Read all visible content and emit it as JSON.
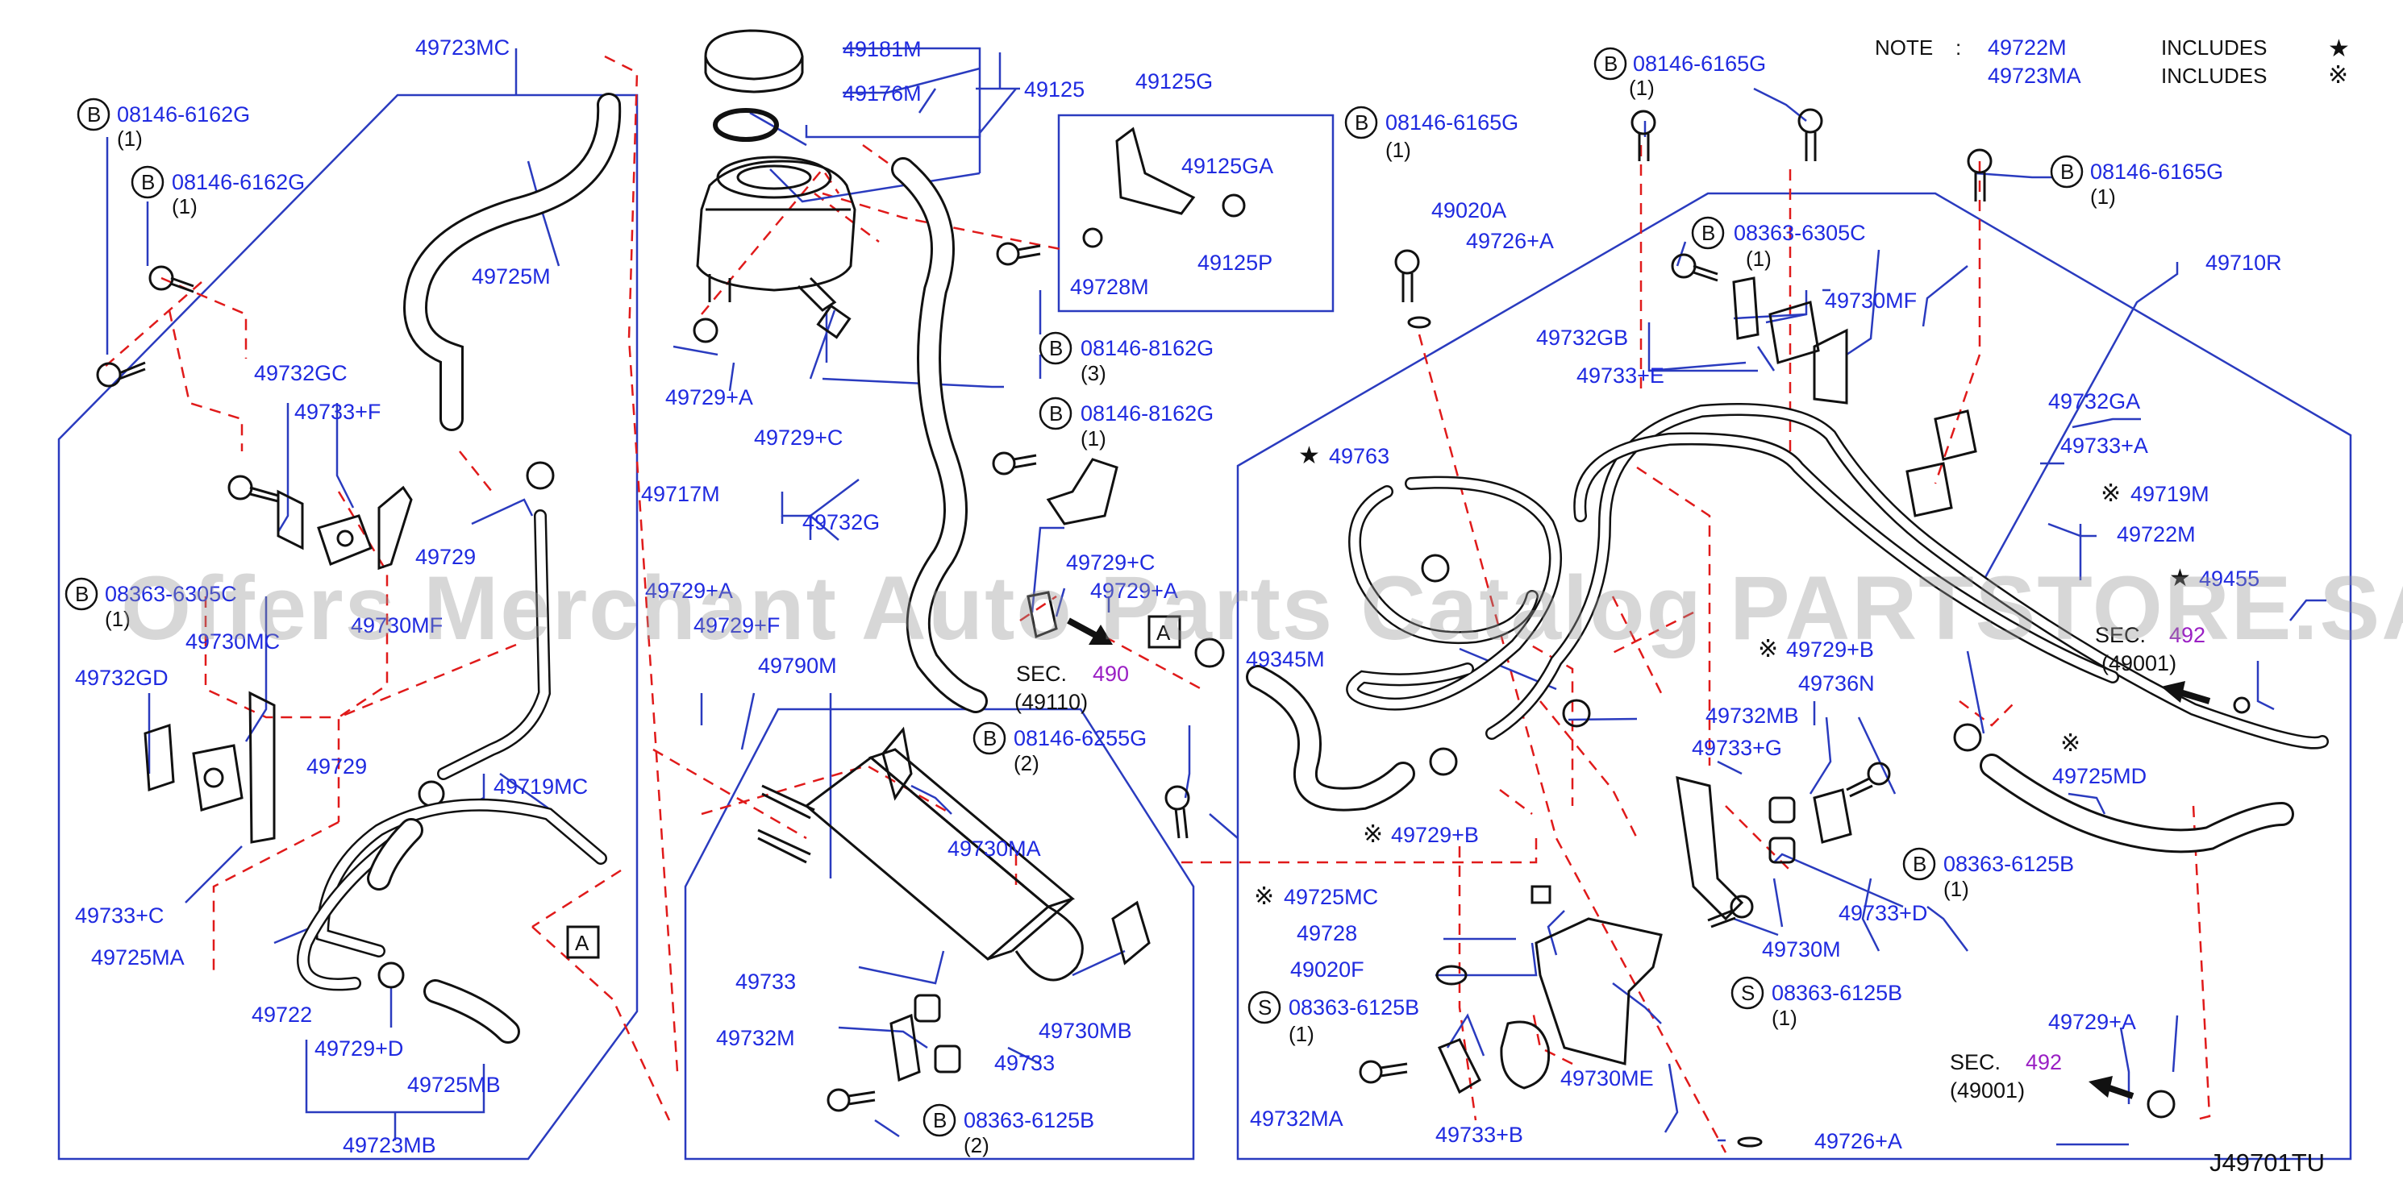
{
  "diagram_code": "J49701TU",
  "watermark": "Offers Merchant Auto Parts Catalog PARTSTORE.SA",
  "colors": {
    "label": "#1f2ae0",
    "dashed": "#e01a1a",
    "leader": "#2a3bbf",
    "section_no": "#9a1fc4"
  },
  "note": {
    "word": "NOTE",
    "colon": ":",
    "line1_part": "49722M",
    "line1_text": "INCLUDES",
    "line1_mark": "★",
    "line2_part": "49723MA",
    "line2_text": "INCLUDES",
    "line2_mark": "※"
  },
  "callout_letter": "A",
  "bolt_prefix_B": "B",
  "bolt_prefix_S": "S",
  "sections": [
    {
      "word": "SEC.",
      "number": "490",
      "ref": "(49110)"
    },
    {
      "word": "SEC.",
      "number": "492",
      "ref": "(49001)"
    },
    {
      "word": "SEC.",
      "number": "492",
      "ref": "(49001)"
    }
  ],
  "labels": {
    "l49723MC": "49723MC",
    "l08146_6162G_1": "08146-6162G",
    "l08146_6162G_1q": "(1)",
    "l08146_6162G_2": "08146-6162G",
    "l08146_6162G_2q": "(1)",
    "l49725M": "49725M",
    "l49732GC": "49732GC",
    "l49733F": "49733+F",
    "l49729a": "49729",
    "l08363_6305C_a": "08363-6305C",
    "l08363_6305C_aq": "(1)",
    "l49730MC": "49730MC",
    "l49730MF_a": "49730MF",
    "l49732GD": "49732GD",
    "l49729b": "49729",
    "l49719MC": "49719MC",
    "l49733C": "49733+C",
    "l49725MA": "49725MA",
    "l49722": "49722",
    "l49729D": "49729+D",
    "l49725MB": "49725MB",
    "l49723MB": "49723MB",
    "l49181M": "49181M",
    "l49176M": "49176M",
    "l49125": "49125",
    "l49729A_1": "49729+A",
    "l49729C_1": "49729+C",
    "l49717M": "49717M",
    "l49732G": "49732G",
    "l49729A_2": "49729+A",
    "l49729F": "49729+F",
    "l49790M": "49790M",
    "l49730MA": "49730MA",
    "l49733a": "49733",
    "l49732M": "49732M",
    "l49733b": "49733",
    "l49730MB": "49730MB",
    "l08363_6125B_1": "08363-6125B",
    "l08363_6125B_1q": "(2)",
    "l49125G": "49125G",
    "l49125GA": "49125GA",
    "l49728M": "49728M",
    "l49125P": "49125P",
    "l08146_8162G_3": "08146-8162G",
    "l08146_8162G_3q": "(3)",
    "l08146_8162G_1": "08146-8162G",
    "l08146_8162G_1q": "(1)",
    "l49729C_2": "49729+C",
    "l49729A_3": "49729+A",
    "l08146_6255G": "08146-6255G",
    "l08146_6255G_q": "(2)",
    "l08146_6165G_1": "08146-6165G",
    "l08146_6165G_1q": "(1)",
    "l08146_6165G_2": "08146-6165G",
    "l08146_6165G_2q": "(1)",
    "l08146_6165G_3": "08146-6165G",
    "l08146_6165G_3q": "(1)",
    "l49020A": "49020A",
    "l49726A_1": "49726+A",
    "l08363_6305C": "08363-6305C",
    "l08363_6305C_q": "(1)",
    "l49730MF": "49730MF",
    "l49732GB": "49732GB",
    "l49733E": "49733+E",
    "l49710R": "49710R",
    "l49763": "49763",
    "l49732GA": "49732GA",
    "l49733A": "49733+A",
    "l49719M": "49719M",
    "l49722M": "49722M",
    "l49455": "49455",
    "l49345M": "49345M",
    "l49729B_1": "49729+B",
    "l49736N": "49736N",
    "l49732MB": "49732MB",
    "l49733G": "49733+G",
    "l49725MD": "49725MD",
    "l49729B_2": "49729+B",
    "l49725MC": "49725MC",
    "l49728": "49728",
    "l49020F": "49020F",
    "l08363_6125B_2": "08363-6125B",
    "l08363_6125B_2q": "(1)",
    "l49732MA": "49732MA",
    "l49733B": "49733+B",
    "l49730ME": "49730ME",
    "l49733D": "49733+D",
    "l49730M": "49730M",
    "l08363_6125B_3": "08363-6125B",
    "l08363_6125B_3q": "(1)",
    "l08363_6125B_4": "08363-6125B",
    "l08363_6125B_4q": "(1)",
    "l49729A_4": "49729+A",
    "l49726A_2": "49726+A"
  }
}
